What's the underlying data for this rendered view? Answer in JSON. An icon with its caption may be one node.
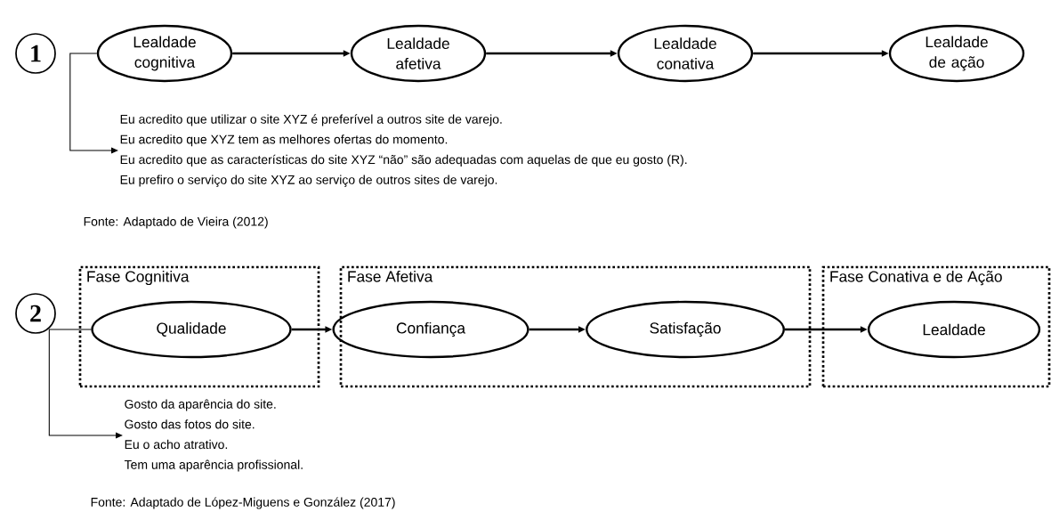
{
  "diagram": {
    "nodes": [
      {
        "text": [
          "1"
        ]
      },
      {
        "text": [
          "Lealdade cognitiva"
        ]
      },
      {
        "text": [
          "Lealdade afetiva"
        ]
      },
      {
        "text": [
          "Lealdade conativa"
        ]
      },
      {
        "text": [
          "Lealdade de ação"
        ]
      },
      {
        "text": [
          "Eu acredito que utilizar o site XYZ é preferível a outros site de varejo.",
          "Eu acredito que XYZ tem as melhores ofertas do momento.",
          "Eu acredito que as características do site XYZ “não” são adequadas com aquelas de que eu gosto (R).",
          "Eu prefiro o serviço do site XYZ ao serviço de outros sites de varejo."
        ]
      },
      {
        "text": [
          "2"
        ]
      },
      {
        "text": [
          "Fase Cognitiva"
        ]
      },
      {
        "text": [
          "Qualidade"
        ],
        "in": 7
      },
      {
        "text": [
          "Fase Afetiva"
        ]
      },
      {
        "text": [
          "Confiança"
        ],
        "in": 9
      },
      {
        "text": [
          "Satisfação"
        ],
        "in": 9
      },
      {
        "text": [
          "Fase Conativa e de Ação"
        ]
      },
      {
        "text": [
          "Lealdade"
        ],
        "in": 12
      },
      {
        "text": [
          "Gosto da aparência do site.",
          "Gosto das fotos do site.",
          "Eu o acho atrativo.",
          "Tem uma aparência profissional."
        ]
      }
    ],
    "edges": [
      {
        "from": 1,
        "to": 2,
        "arrow": "to"
      },
      {
        "from": 2,
        "to": 3,
        "arrow": "to"
      },
      {
        "from": 3,
        "to": 4,
        "arrow": "to"
      },
      {
        "from": 1,
        "to": 5,
        "arrow": "to"
      },
      {
        "from": 8,
        "to": 10,
        "arrow": "to"
      },
      {
        "from": 10,
        "to": 11,
        "arrow": "to"
      },
      {
        "from": 11,
        "to": 13,
        "arrow": "to"
      },
      {
        "from": 8,
        "to": 14,
        "arrow": "to"
      }
    ],
    "labels": [
      "Fonte: Adaptado de Vieira (2012)",
      "Fonte: Adaptado de López-Miguens e González (2017)"
    ]
  }
}
